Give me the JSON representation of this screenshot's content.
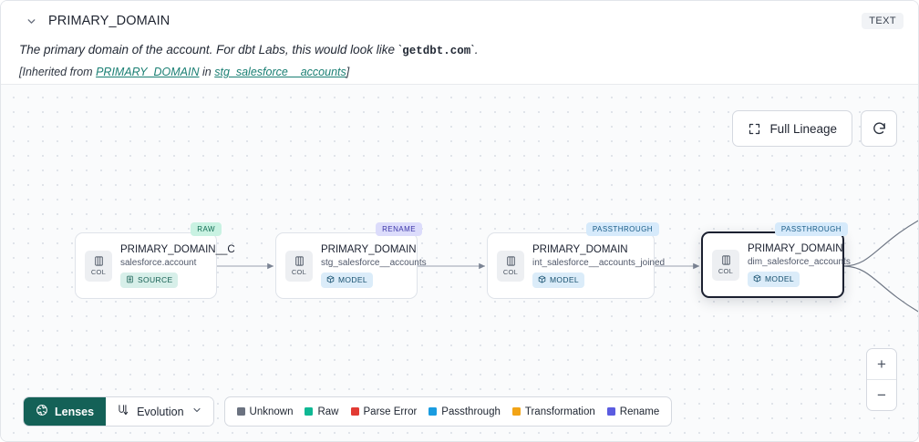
{
  "header": {
    "chevron_icon": "chevron-down-icon",
    "column_name": "PRIMARY_DOMAIN",
    "type_badge": "TEXT",
    "description_prefix": "The primary domain of the account. For dbt Labs, this would look like `",
    "description_code": "getdbt.com",
    "description_suffix": "`.",
    "inherited_open": "[Inherited from ",
    "inherited_link1": "PRIMARY_DOMAIN",
    "inherited_mid": " in ",
    "inherited_link2": "stg_salesforce__accounts",
    "inherited_close": "]"
  },
  "toolbar": {
    "full_lineage_label": "Full Lineage",
    "full_lineage_icon": "expand-icon",
    "refresh_icon": "refresh-icon"
  },
  "graph": {
    "nodes": [
      {
        "column": "PRIMARY_DOMAIN__C",
        "table": "salesforce.account",
        "kind": "SOURCE",
        "kind_icon": "database-icon",
        "kind_class": "source",
        "tag": "RAW",
        "tag_class": "raw",
        "col_label": "COL",
        "col_icon": "column-icon",
        "selected": false
      },
      {
        "column": "PRIMARY_DOMAIN",
        "table": "stg_salesforce__accounts",
        "kind": "MODEL",
        "kind_icon": "cube-icon",
        "kind_class": "model",
        "tag": "RENAME",
        "tag_class": "rename",
        "col_label": "COL",
        "col_icon": "column-icon",
        "selected": false
      },
      {
        "column": "PRIMARY_DOMAIN",
        "table": "int_salesforce__accounts_joined",
        "kind": "MODEL",
        "kind_icon": "cube-icon",
        "kind_class": "model",
        "tag": "PASSTHROUGH",
        "tag_class": "passthrough",
        "col_label": "COL",
        "col_icon": "column-icon",
        "selected": false
      },
      {
        "column": "PRIMARY_DOMAIN",
        "table": "dim_salesforce_accounts",
        "kind": "MODEL",
        "kind_icon": "cube-icon",
        "kind_class": "model",
        "tag": "PASSTHROUGH",
        "tag_class": "passthrough",
        "col_label": "COL",
        "col_icon": "column-icon",
        "selected": true
      }
    ]
  },
  "bottom": {
    "lenses_label": "Lenses",
    "lenses_icon": "aperture-icon",
    "evolution_label": "Evolution",
    "evolution_icon": "flow-icon",
    "evolution_chevron": "chevron-down-icon",
    "legend": [
      {
        "label": "Unknown",
        "color": "#6b7280"
      },
      {
        "label": "Raw",
        "color": "#0fb894"
      },
      {
        "label": "Parse Error",
        "color": "#e23b34"
      },
      {
        "label": "Passthrough",
        "color": "#1a9ce0"
      },
      {
        "label": "Transformation",
        "color": "#f2a417"
      },
      {
        "label": "Rename",
        "color": "#5b5ce0"
      }
    ]
  },
  "zoom": {
    "in_label": "+",
    "out_label": "−"
  }
}
